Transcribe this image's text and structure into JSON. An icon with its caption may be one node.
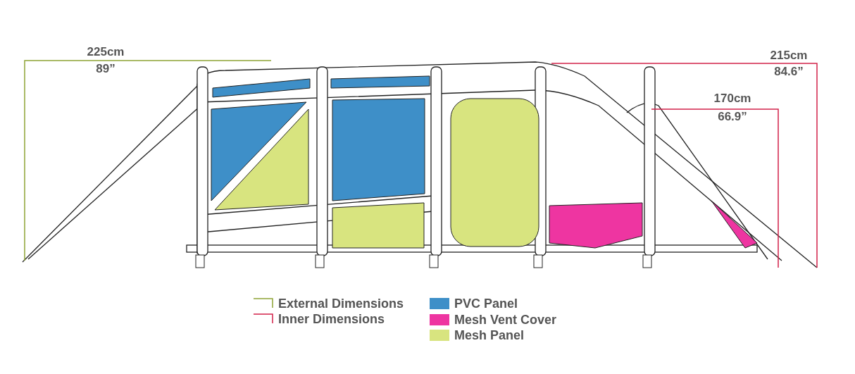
{
  "diagram": {
    "labels": [
      "225cm",
      "89”",
      "215cm",
      "84.6”",
      "170cm",
      "66.9”"
    ],
    "legend": [
      {
        "text": "External Dimensions"
      },
      {
        "text": "Inner Dimensions"
      },
      {
        "text": "PVC Panel",
        "color": "#3e8fc8"
      },
      {
        "text": "Mesh Vent Cover",
        "color": "#ee35a1"
      },
      {
        "text": "Mesh Panel",
        "color": "#d8e47f"
      }
    ]
  }
}
